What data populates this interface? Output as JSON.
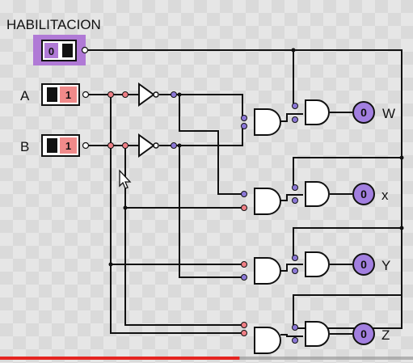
{
  "circuit": {
    "enable_label": "HABILITACION",
    "inputs": [
      {
        "name": "A",
        "value": "1"
      },
      {
        "name": "B",
        "value": "1"
      }
    ],
    "enable_value": "0",
    "outputs": [
      {
        "name": "W",
        "value": "0"
      },
      {
        "name": "x",
        "value": "0"
      },
      {
        "name": "Y",
        "value": "0"
      },
      {
        "name": "Z",
        "value": "0"
      }
    ]
  },
  "colors": {
    "switch_on": "#f08a8a",
    "switch_off": "#b07ad6",
    "led": "#a27fe0",
    "pin_high": "#f07f86",
    "pin_low": "#8c78d8",
    "wire": "#111111",
    "progress": "#e52420"
  },
  "icons": [
    "toggle-switch-icon",
    "not-gate-icon",
    "and-gate-icon",
    "led-output-icon",
    "cursor-arrow-icon"
  ],
  "video_progress": 0.58
}
